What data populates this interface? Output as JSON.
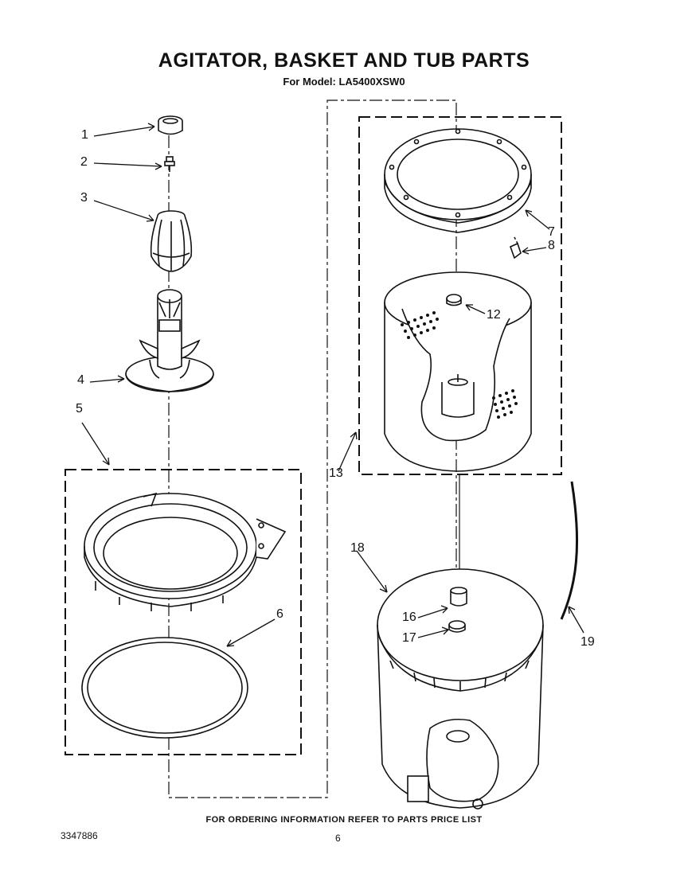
{
  "header": {
    "title": "AGITATOR, BASKET AND TUB PARTS",
    "subtitle": "For Model: LA5400XSW0"
  },
  "callouts": {
    "c1": "1",
    "c2": "2",
    "c3": "3",
    "c4": "4",
    "c5": "5",
    "c6": "6",
    "c7": "7",
    "c8": "8",
    "c12": "12",
    "c13": "13",
    "c16": "16",
    "c17": "17",
    "c18": "18",
    "c19": "19"
  },
  "footer": {
    "ordering_note": "FOR ORDERING INFORMATION REFER TO PARTS PRICE LIST",
    "document_number": "3347886",
    "page_number": "6"
  }
}
